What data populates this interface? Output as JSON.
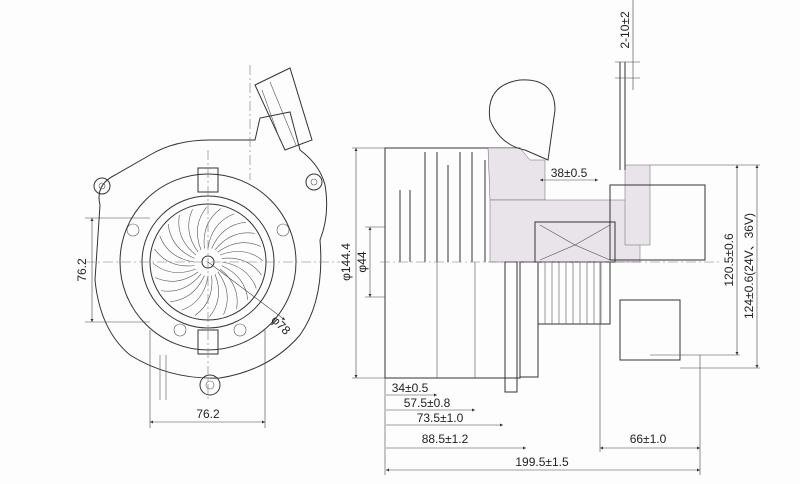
{
  "front_view": {
    "dim_vertical": "76.2",
    "dim_horizontal": "76.2",
    "dim_diameter": "φ78"
  },
  "side_view": {
    "dim_outer_diameter": "φ144.4",
    "dim_inner_diameter": "φ44",
    "dim_bearing": "38±0.5",
    "dim_wire": "2-10±2",
    "dim_height_a": "120.5±0.6",
    "dim_height_b": "124±0.6(24V、36V)",
    "dim_34": "34±0.5",
    "dim_57": "57.5±0.8",
    "dim_73": "73.5±1.0",
    "dim_88": "88.5±1.2",
    "dim_66": "66±1.0",
    "dim_total": "199.5±1.5"
  }
}
